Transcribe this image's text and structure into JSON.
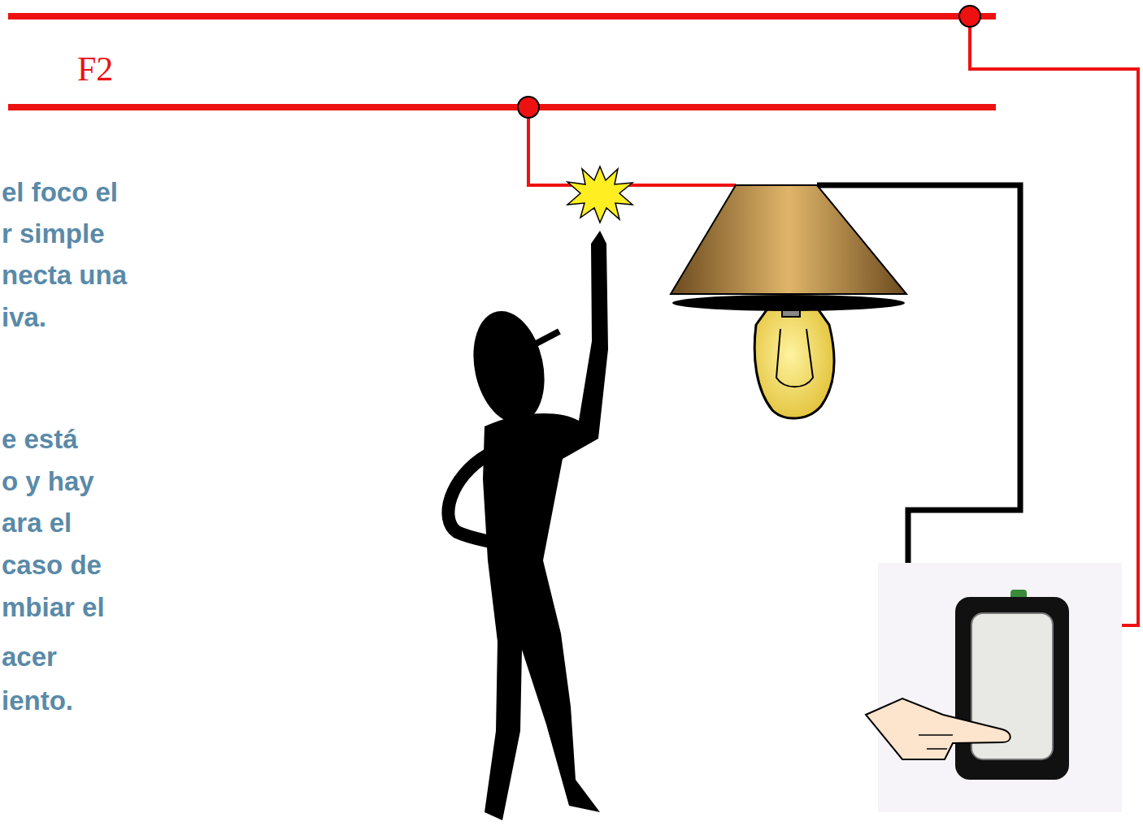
{
  "diagram": {
    "labels": [
      "F2",
      "el foco el",
      "r simple",
      "necta una",
      "iva.",
      "e está",
      "o y hay",
      "ara el",
      "caso de",
      "mbiar el",
      "acer",
      "iento."
    ]
  }
}
